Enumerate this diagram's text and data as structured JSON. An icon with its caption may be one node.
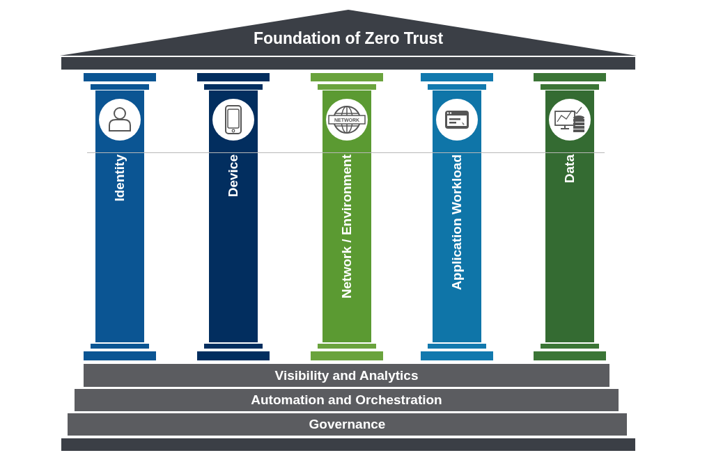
{
  "diagram": {
    "nodes": [
      {
        "text": [
          "Foundation of Zero Trust"
        ]
      },
      {
        "text": [],
        "shape": "bar"
      },
      {
        "text": [
          "Identity"
        ]
      },
      {
        "text": [
          "Device"
        ]
      },
      {
        "text": [
          "Network / Environment"
        ]
      },
      {
        "text": [
          "Application Workload"
        ]
      },
      {
        "text": [
          "Data"
        ]
      },
      {
        "text": [
          "Visibility and Analytics"
        ]
      },
      {
        "text": [
          "Automation and Orchestration"
        ]
      },
      {
        "text": [
          "Governance"
        ]
      },
      {
        "text": [],
        "shape": "bar"
      }
    ],
    "edges": [],
    "labels": [
      "NETWORK"
    ]
  }
}
